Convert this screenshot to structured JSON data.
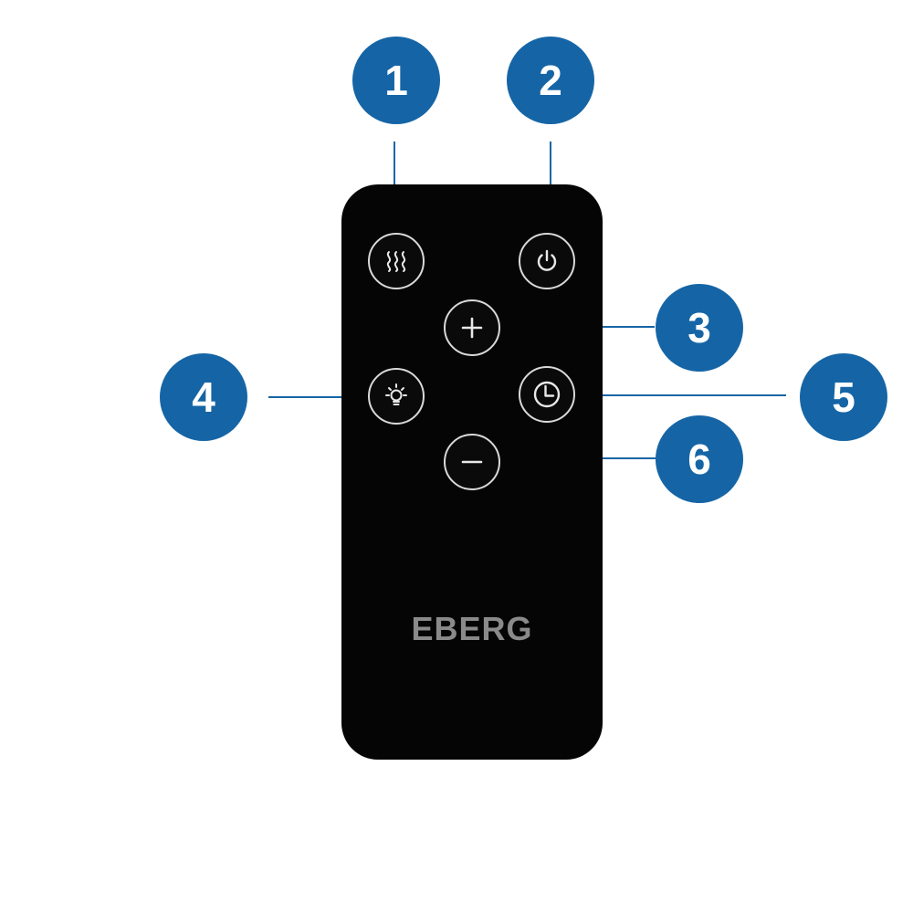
{
  "brand": "EBERG",
  "accent_color": "#1565a6",
  "remote_color": "#050505",
  "callouts": [
    {
      "number": "1",
      "target": "heat-button"
    },
    {
      "number": "2",
      "target": "power-button"
    },
    {
      "number": "3",
      "target": "plus-button"
    },
    {
      "number": "4",
      "target": "light-button"
    },
    {
      "number": "5",
      "target": "timer-button"
    },
    {
      "number": "6",
      "target": "minus-button"
    }
  ],
  "buttons": [
    {
      "name": "heat-button",
      "icon": "heat-waves-icon"
    },
    {
      "name": "power-button",
      "icon": "power-icon"
    },
    {
      "name": "plus-button",
      "icon": "plus-icon"
    },
    {
      "name": "light-button",
      "icon": "light-bulb-icon"
    },
    {
      "name": "timer-button",
      "icon": "clock-icon"
    },
    {
      "name": "minus-button",
      "icon": "minus-icon"
    }
  ]
}
